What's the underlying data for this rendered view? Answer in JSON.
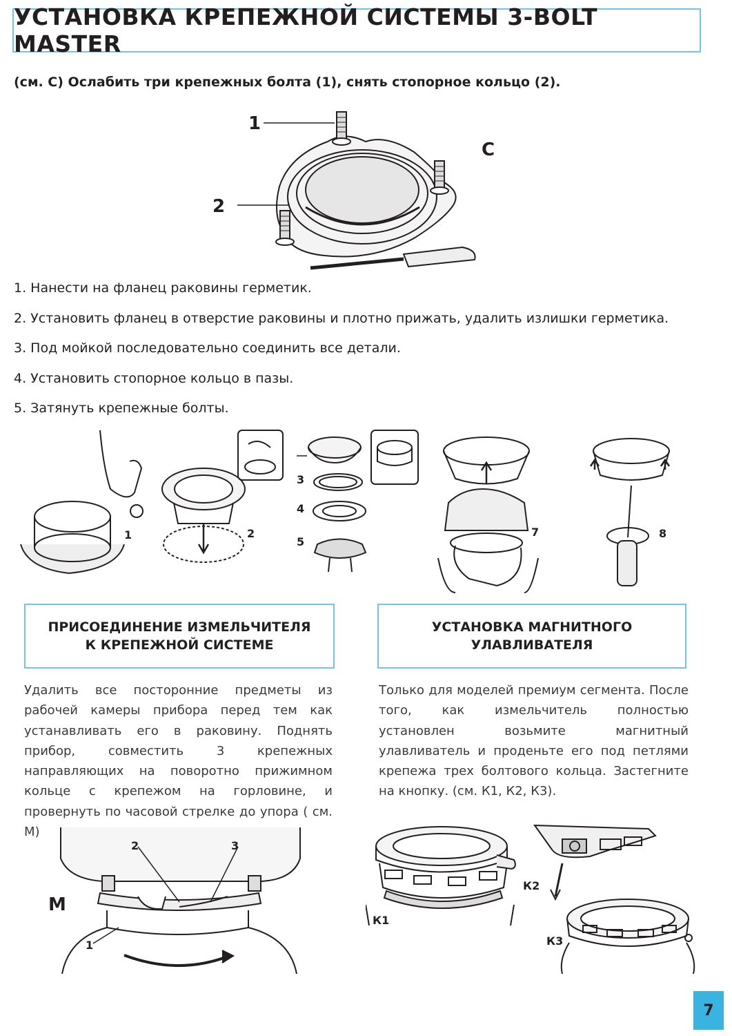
{
  "header": {
    "title": "УСТАНОВКА КРЕПЕЖНОЙ СИСТЕМЫ 3-BOLT MASTER"
  },
  "intro": {
    "text": "(см. С) Ослабить три крепежных болта (1), снять стопорное кольцо (2)."
  },
  "figure_c": {
    "label_1": "1",
    "label_2": "2",
    "label_c": "С"
  },
  "steps": [
    "1. Нанести на фланец раковины герметик.",
    "2. Установить фланец в отверстие раковины и плотно прижать, удалить излишки герметика.",
    "3. Под мойкой последовательно соединить все детали.",
    "4. Установить стопорное кольцо в пазы.",
    "5. Затянуть крепежные болты."
  ],
  "sequence_labels": [
    "1",
    "2",
    "3",
    "4",
    "5",
    "7",
    "8"
  ],
  "left_section": {
    "title_line1": "ПРИСОЕДИНЕНИЕ ИЗМЕЛЬЧИТЕЛЯ",
    "title_line2": "К КРЕПЕЖНОЙ СИСТЕМЕ",
    "text": "Удалить все посторонние предметы из рабочей камеры прибора перед тем как устанавливать его в раковину. Поднять прибор, совместить 3 крепежных направляющих на поворотно прижимном кольце с крепежом на горловине, и провернуть по часовой стрелке до упора ( см. М)"
  },
  "right_section": {
    "title_line1": "УСТАНОВКА МАГНИТНОГО",
    "title_line2": "УЛАВЛИВАТЕЛЯ",
    "text": "Только для моделей премиум сегмента. После того, как измельчитель полностью установлен возьмите магнитный улавливатель и проденьте его под петлями крепежа трех болтового кольца. Застегните на кнопку. (см. К1, К2, К3)."
  },
  "figure_m": {
    "label_m": "M",
    "label_1": "1",
    "label_2": "2",
    "label_3": "3"
  },
  "figure_k": {
    "label_k1": "К1",
    "label_k2": "К2",
    "label_k3": "К3"
  },
  "page": {
    "number": "7"
  },
  "colors": {
    "accent": "#3bb3e1",
    "frame": "#6ec6ea",
    "text": "#231f20"
  }
}
